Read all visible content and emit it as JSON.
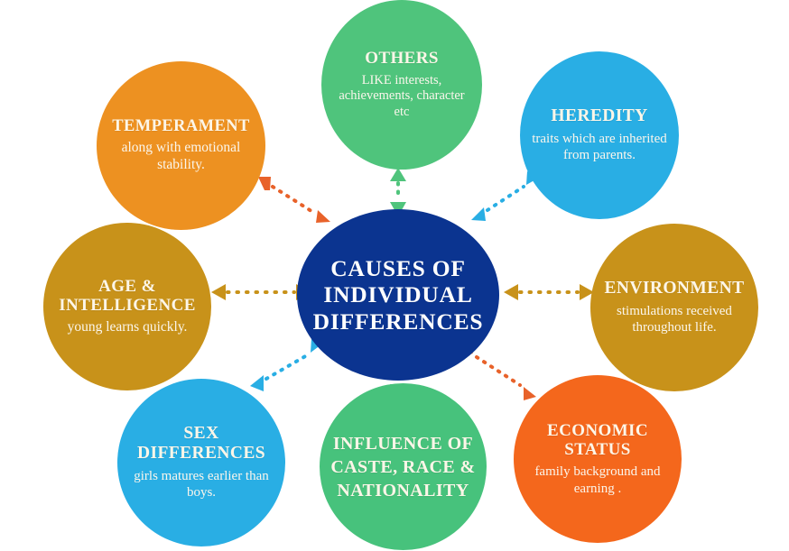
{
  "diagram": {
    "type": "radial-hub-and-spoke",
    "background_color": "#ffffff",
    "hub": {
      "label": "CAUSES OF INDIVIDUAL DIFFERENCES",
      "line1": "CAUSES OF",
      "line2": "INDIVIDUAL",
      "line3": "DIFFERENCES",
      "color": "#0b3490"
    },
    "nodes": [
      {
        "id": "temperament",
        "title": "TEMPERAMENT",
        "desc": "along with emotional stability.",
        "color": "#ed9121",
        "position": "top-left"
      },
      {
        "id": "others",
        "title": "OTHERS",
        "desc": "LIKE interests, achievements, character etc",
        "color": "#4fc47c",
        "position": "top-center"
      },
      {
        "id": "heredity",
        "title": "HEREDITY",
        "desc": "traits which are inherited from parents.",
        "color": "#29aee4",
        "position": "top-right"
      },
      {
        "id": "environment",
        "title": "ENVIRONMENT",
        "desc": "stimulations received throughout life.",
        "color": "#c8921a",
        "position": "right"
      },
      {
        "id": "economic-status",
        "title": "ECONOMIC STATUS",
        "desc": "family background and earning .",
        "color": "#f4671c",
        "position": "bottom-right"
      },
      {
        "id": "influence-caste-race-nationality",
        "title": "INFLUENCE OF CASTE, RACE & NATIONALITY",
        "desc": "",
        "color": "#47c27c",
        "position": "bottom-center"
      },
      {
        "id": "sex-differences",
        "title": "SEX DIFFERENCES",
        "desc": "girls matures earlier than boys.",
        "color": "#29aee4",
        "position": "bottom-left"
      },
      {
        "id": "age-intelligence",
        "title": "AGE & INTELLIGENCE",
        "desc": "young learns quickly.",
        "color": "#c8921a",
        "position": "left"
      }
    ],
    "connectors": [
      {
        "from": "hub",
        "to": "temperament",
        "style": "dotted",
        "heads": "both",
        "color": "#e8622a"
      },
      {
        "from": "hub",
        "to": "others",
        "style": "dotted",
        "heads": "both",
        "color": "#4fc47c"
      },
      {
        "from": "hub",
        "to": "heredity",
        "style": "dotted",
        "heads": "both",
        "color": "#29aee4"
      },
      {
        "from": "hub",
        "to": "environment",
        "style": "dotted",
        "heads": "both",
        "color": "#c8921a"
      },
      {
        "from": "hub",
        "to": "economic-status",
        "style": "dotted",
        "heads": "both",
        "color": "#f4671c"
      },
      {
        "from": "hub",
        "to": "influence-caste-race-nationality",
        "style": "dotted",
        "heads": "both",
        "color": "#47c27c"
      },
      {
        "from": "hub",
        "to": "sex-differences",
        "style": "dotted",
        "heads": "both",
        "color": "#29aee4"
      },
      {
        "from": "hub",
        "to": "age-intelligence",
        "style": "dotted",
        "heads": "both",
        "color": "#c8921a"
      }
    ]
  }
}
